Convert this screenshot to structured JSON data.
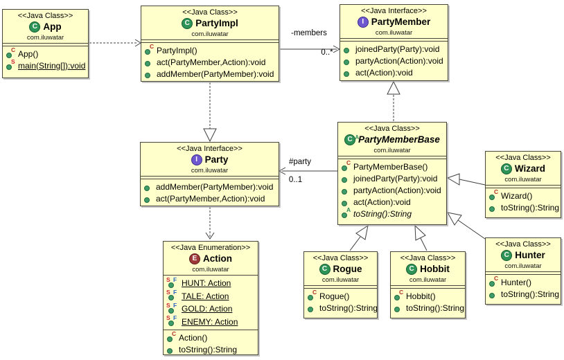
{
  "colors": {
    "box_fill": "#FFFFCC",
    "box_border": "#45453a",
    "wire": "#3d3d3d",
    "class_icon": "#2d9356",
    "interface_icon": "#6f58cf",
    "enum_icon": "#9c3838"
  },
  "relations": {
    "members_role": "-members",
    "members_card": "0..*",
    "party_role": "#party",
    "party_card": "0..1"
  },
  "connections": [
    {
      "from": "App",
      "to": "PartyImpl",
      "type": "dependency"
    },
    {
      "from": "PartyImpl",
      "to": "PartyMember",
      "type": "association",
      "role": "-members",
      "cardinality": "0..*"
    },
    {
      "from": "PartyImpl",
      "to": "Party",
      "type": "realization"
    },
    {
      "from": "PartyMemberBase",
      "to": "PartyMember",
      "type": "realization"
    },
    {
      "from": "PartyMemberBase",
      "to": "Party",
      "type": "association",
      "role": "#party",
      "cardinality": "0..1"
    },
    {
      "from": "Party",
      "to": "Action",
      "type": "dependency"
    },
    {
      "from": "Wizard",
      "to": "PartyMemberBase",
      "type": "generalization"
    },
    {
      "from": "Hunter",
      "to": "PartyMemberBase",
      "type": "generalization"
    },
    {
      "from": "Rogue",
      "to": "PartyMemberBase",
      "type": "generalization"
    },
    {
      "from": "Hobbit",
      "to": "PartyMemberBase",
      "type": "generalization"
    }
  ],
  "classes": {
    "app": {
      "stereotype": "<<Java Class>>",
      "name": "App",
      "package": "com.iluwatar",
      "methods": [
        {
          "icon": "constructor",
          "text": "App()"
        },
        {
          "icon": "static-method",
          "text": "main(String[]):void"
        }
      ]
    },
    "partyImpl": {
      "stereotype": "<<Java Class>>",
      "name": "PartyImpl",
      "package": "com.iluwatar",
      "methods": [
        {
          "icon": "constructor",
          "text": "PartyImpl()"
        },
        {
          "icon": "public-method",
          "text": "act(PartyMember,Action):void"
        },
        {
          "icon": "public-method",
          "text": "addMember(PartyMember):void"
        }
      ]
    },
    "partyMember": {
      "stereotype": "<<Java Interface>>",
      "name": "PartyMember",
      "package": "com.iluwatar",
      "methods": [
        {
          "icon": "public-method",
          "text": "joinedParty(Party):void"
        },
        {
          "icon": "public-method",
          "text": "partyAction(Action):void"
        },
        {
          "icon": "public-method",
          "text": "act(Action):void"
        }
      ]
    },
    "party": {
      "stereotype": "<<Java Interface>>",
      "name": "Party",
      "package": "com.iluwatar",
      "methods": [
        {
          "icon": "public-method",
          "text": "addMember(PartyMember):void"
        },
        {
          "icon": "public-method",
          "text": "act(PartyMember,Action):void"
        }
      ]
    },
    "partyMemberBase": {
      "stereotype": "<<Java Class>>",
      "name": "PartyMemberBase",
      "package": "com.iluwatar",
      "methods": [
        {
          "icon": "constructor",
          "text": "PartyMemberBase()"
        },
        {
          "icon": "public-method",
          "text": "joinedParty(Party):void"
        },
        {
          "icon": "public-method",
          "text": "partyAction(Action):void"
        },
        {
          "icon": "public-method",
          "text": "act(Action):void"
        },
        {
          "icon": "abstract-method",
          "text": "toString():String"
        }
      ]
    },
    "wizard": {
      "stereotype": "<<Java Class>>",
      "name": "Wizard",
      "package": "com.iluwatar",
      "methods": [
        {
          "icon": "constructor",
          "text": "Wizard()"
        },
        {
          "icon": "public-method",
          "text": "toString():String"
        }
      ]
    },
    "hunter": {
      "stereotype": "<<Java Class>>",
      "name": "Hunter",
      "package": "com.iluwatar",
      "methods": [
        {
          "icon": "constructor",
          "text": "Hunter()"
        },
        {
          "icon": "public-method",
          "text": "toString():String"
        }
      ]
    },
    "rogue": {
      "stereotype": "<<Java Class>>",
      "name": "Rogue",
      "package": "com.iluwatar",
      "methods": [
        {
          "icon": "constructor",
          "text": "Rogue()"
        },
        {
          "icon": "public-method",
          "text": "toString():String"
        }
      ]
    },
    "hobbit": {
      "stereotype": "<<Java Class>>",
      "name": "Hobbit",
      "package": "com.iluwatar",
      "methods": [
        {
          "icon": "constructor",
          "text": "Hobbit()"
        },
        {
          "icon": "public-method",
          "text": "toString():String"
        }
      ]
    },
    "action": {
      "stereotype": "<<Java Enumeration>>",
      "name": "Action",
      "package": "com.iluwatar",
      "fields": [
        {
          "icon": "static-final-field",
          "text": "HUNT: Action"
        },
        {
          "icon": "static-final-field",
          "text": "TALE: Action"
        },
        {
          "icon": "static-final-field",
          "text": "GOLD: Action"
        },
        {
          "icon": "static-final-field",
          "text": "ENEMY: Action"
        }
      ],
      "methods": [
        {
          "icon": "constructor",
          "text": "Action()"
        },
        {
          "icon": "public-method",
          "text": "toString():String"
        }
      ]
    }
  }
}
